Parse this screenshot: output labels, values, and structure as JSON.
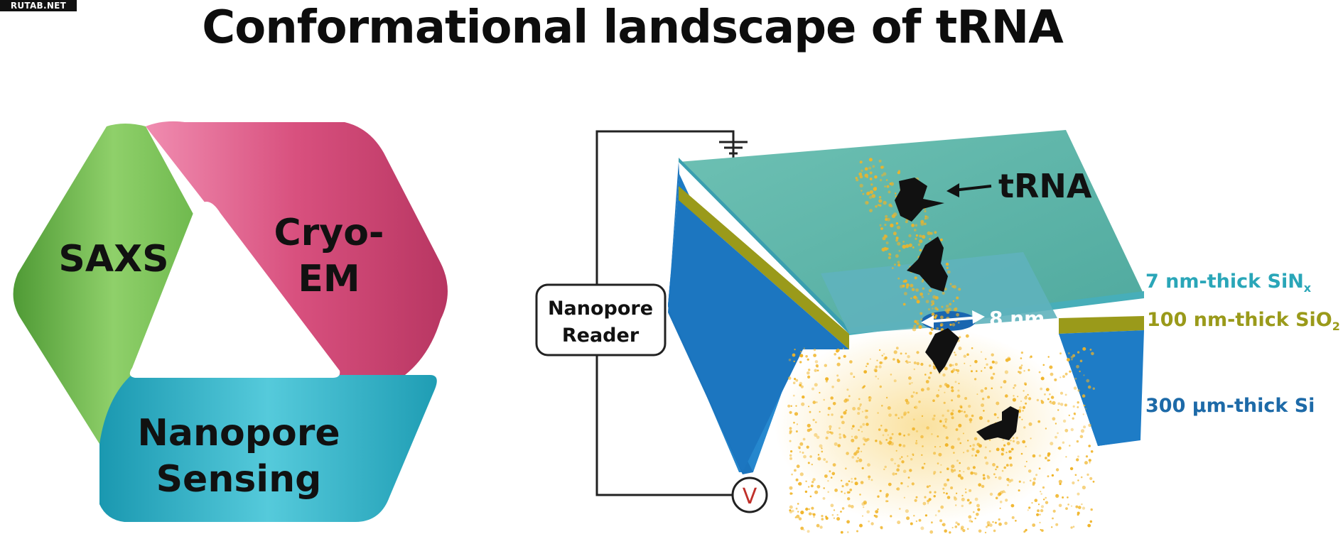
{
  "watermark": "RUTAB.NET",
  "title": "Conformational landscape of tRNA",
  "cycle": {
    "saxs": "SAXS",
    "cryo_line1": "Cryo-",
    "cryo_line2": "EM",
    "nano_line1": "Nanopore",
    "nano_line2": "Sensing"
  },
  "device": {
    "reader_line1": "Nanopore",
    "reader_line2": "Reader",
    "voltmeter": "V",
    "trna": "tRNA",
    "pore_size": "8 nm",
    "layer_sinx_main": "7 nm-thick SiN",
    "layer_sinx_sub": "x",
    "layer_sio2_main": "100 nm-thick SiO",
    "layer_sio2_sub": "2",
    "layer_si": "300 μm-thick Si"
  },
  "colors": {
    "green": "#6ab84a",
    "pink": "#d8507e",
    "cyan": "#2aafc4",
    "sinx": "#2aa6b8",
    "sio2": "#9a9a1a",
    "si": "#1d6aa8"
  }
}
